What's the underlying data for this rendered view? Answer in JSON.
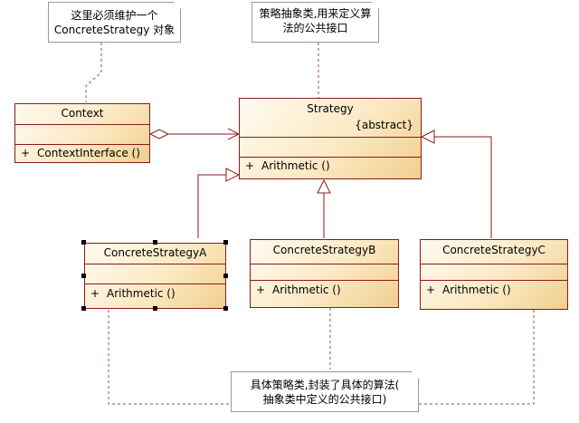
{
  "notes": {
    "context_note": {
      "line1": "这里必须维护一个",
      "line2": "ConcreteStrategy 对象"
    },
    "strategy_note": {
      "line1": "策略抽象类,用来定义算",
      "line2": "法的公共接口"
    },
    "concrete_note": {
      "line1": "具体策略类,封装了具体的算法(",
      "line2": "抽象类中定义的公共接口)"
    }
  },
  "classes": {
    "context": {
      "name": "Context",
      "visibility": "+",
      "operation": "ContextInterface ()"
    },
    "strategy": {
      "name": "Strategy",
      "stereotype": "{abstract}",
      "visibility": "+",
      "operation": "Arithmetic ()"
    },
    "concrete_a": {
      "name": "ConcreteStrategyA",
      "visibility": "+",
      "operation": "Arithmetic ()"
    },
    "concrete_b": {
      "name": "ConcreteStrategyB",
      "visibility": "+",
      "operation": "Arithmetic ()"
    },
    "concrete_c": {
      "name": "ConcreteStrategyC",
      "visibility": "+",
      "operation": "Arithmetic ()"
    }
  },
  "colors": {
    "border": "#8b1a1a",
    "fill_light": "#fffaf0",
    "fill_dark": "#f1cf8e",
    "dashed": "#a0522d"
  }
}
